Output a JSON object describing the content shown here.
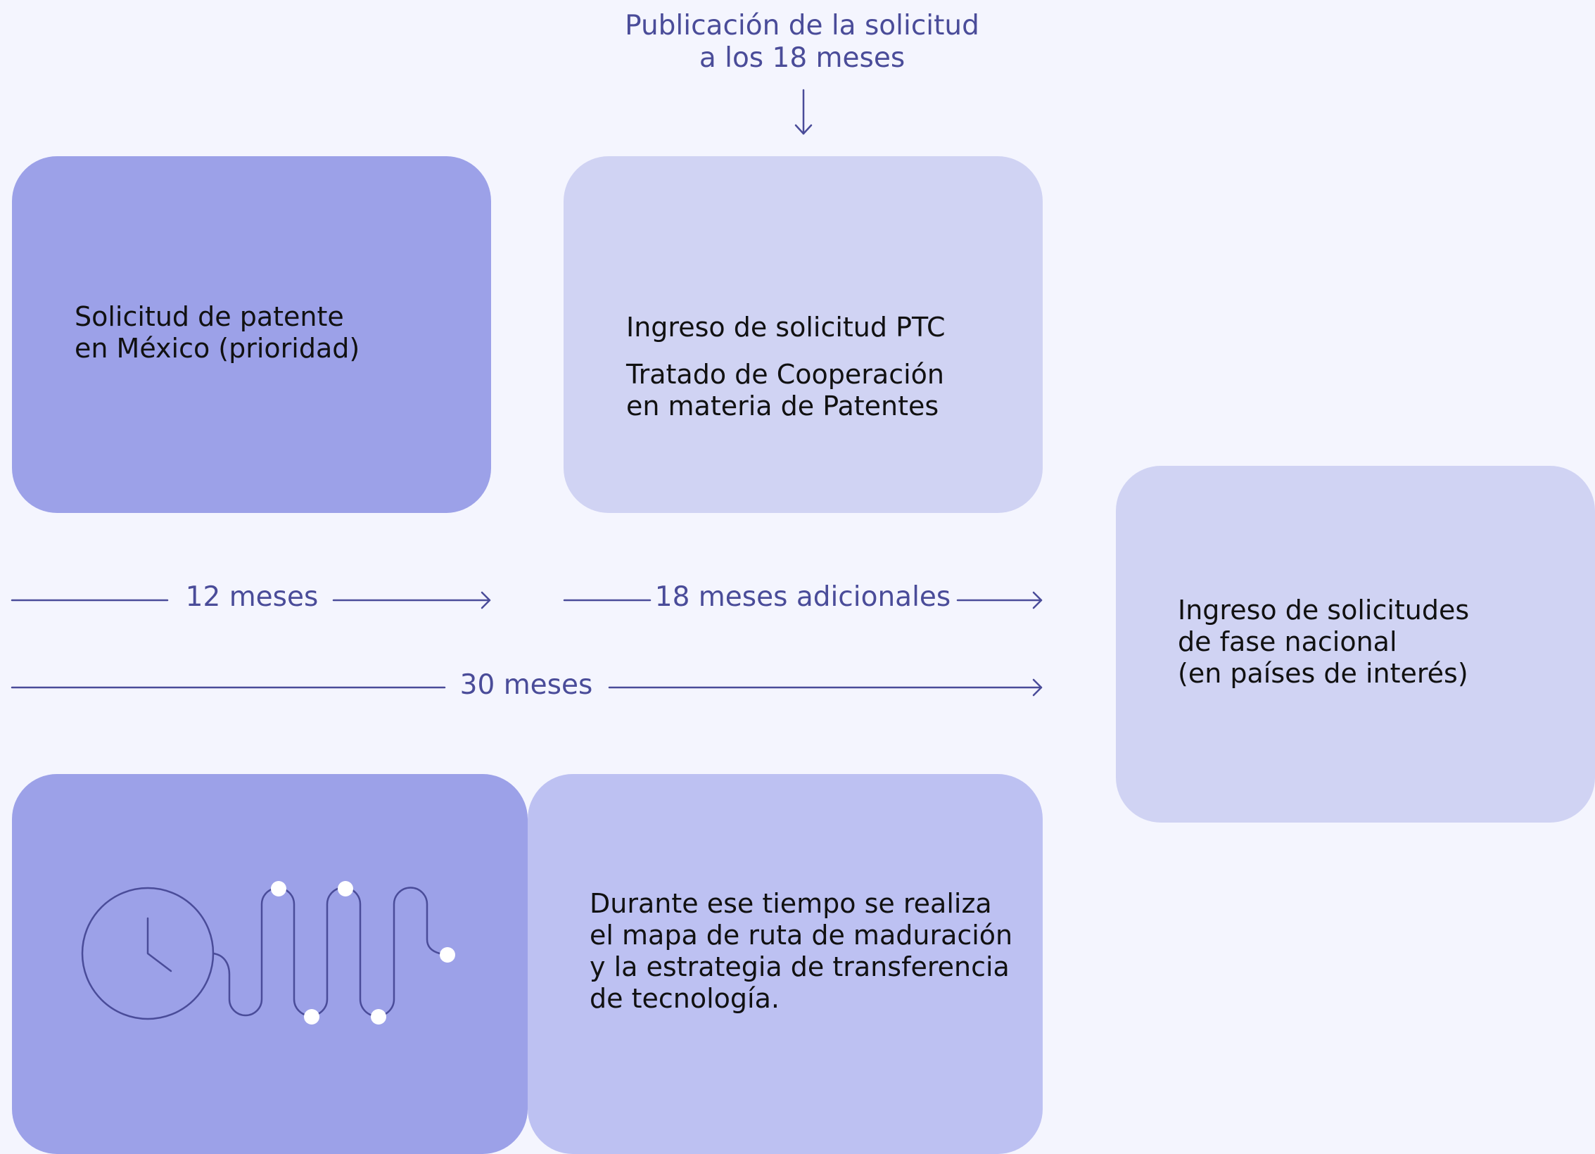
{
  "publication_note": "Publicación de la solicitud\na los 18 meses",
  "steps": {
    "mexico": {
      "text": "Solicitud de patente\nen México (prioridad)"
    },
    "pct": {
      "title": "Ingreso de solicitud PTC",
      "subtitle": "Tratado de Cooperación\nen materia de Patentes"
    },
    "national": {
      "text": "Ingreso de solicitudes\nde fase nacional\n(en países de interés)"
    },
    "maturation": {
      "text": "Durante ese tiempo se realiza\nel mapa de ruta de maduración\ny la estrategia de transferencia\nde tecnología."
    }
  },
  "durations": {
    "first": "12 meses",
    "second": "18 meses adicionales",
    "total": "30 meses"
  },
  "illustration": {
    "icon": "clock-with-winding-path"
  },
  "colors": {
    "background": "#f4f5fe",
    "card_strong": "#9ca1e8",
    "card_pale": "#d0d3f3",
    "card_mid": "#bdc1f2",
    "accent": "#4a4c99",
    "text": "#111111"
  }
}
